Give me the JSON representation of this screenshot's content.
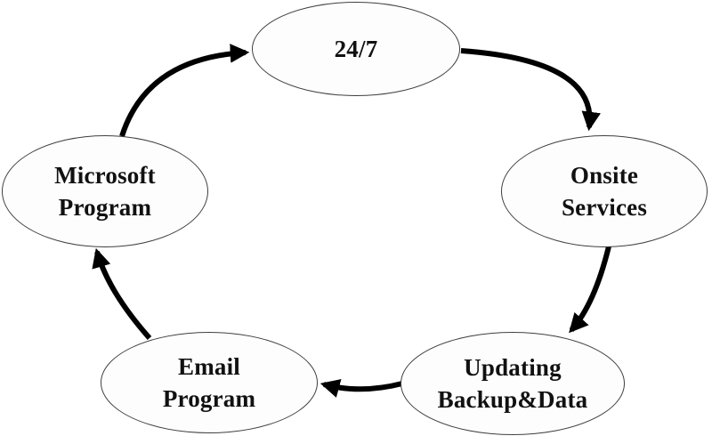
{
  "diagram": {
    "type": "cycle",
    "direction": "clockwise",
    "nodes": [
      {
        "id": "24-7",
        "label": "24/7"
      },
      {
        "id": "onsite-services",
        "label": "Onsite\nServices"
      },
      {
        "id": "updating-backup-data",
        "label": "Updating\nBackup&Data"
      },
      {
        "id": "email-program",
        "label": "Email\nProgram"
      },
      {
        "id": "microsoft-program",
        "label": "Microsoft\nProgram"
      }
    ],
    "edges": [
      {
        "from": "microsoft-program",
        "to": "24-7"
      },
      {
        "from": "24-7",
        "to": "onsite-services"
      },
      {
        "from": "onsite-services",
        "to": "updating-backup-data"
      },
      {
        "from": "updating-backup-data",
        "to": "email-program"
      },
      {
        "from": "email-program",
        "to": "microsoft-program"
      }
    ],
    "colors": {
      "background": "#ffffff",
      "node_fill": "#fdfdfd",
      "node_border": "#3f3f3f",
      "arrow": "#000000",
      "text": "#111111"
    }
  }
}
